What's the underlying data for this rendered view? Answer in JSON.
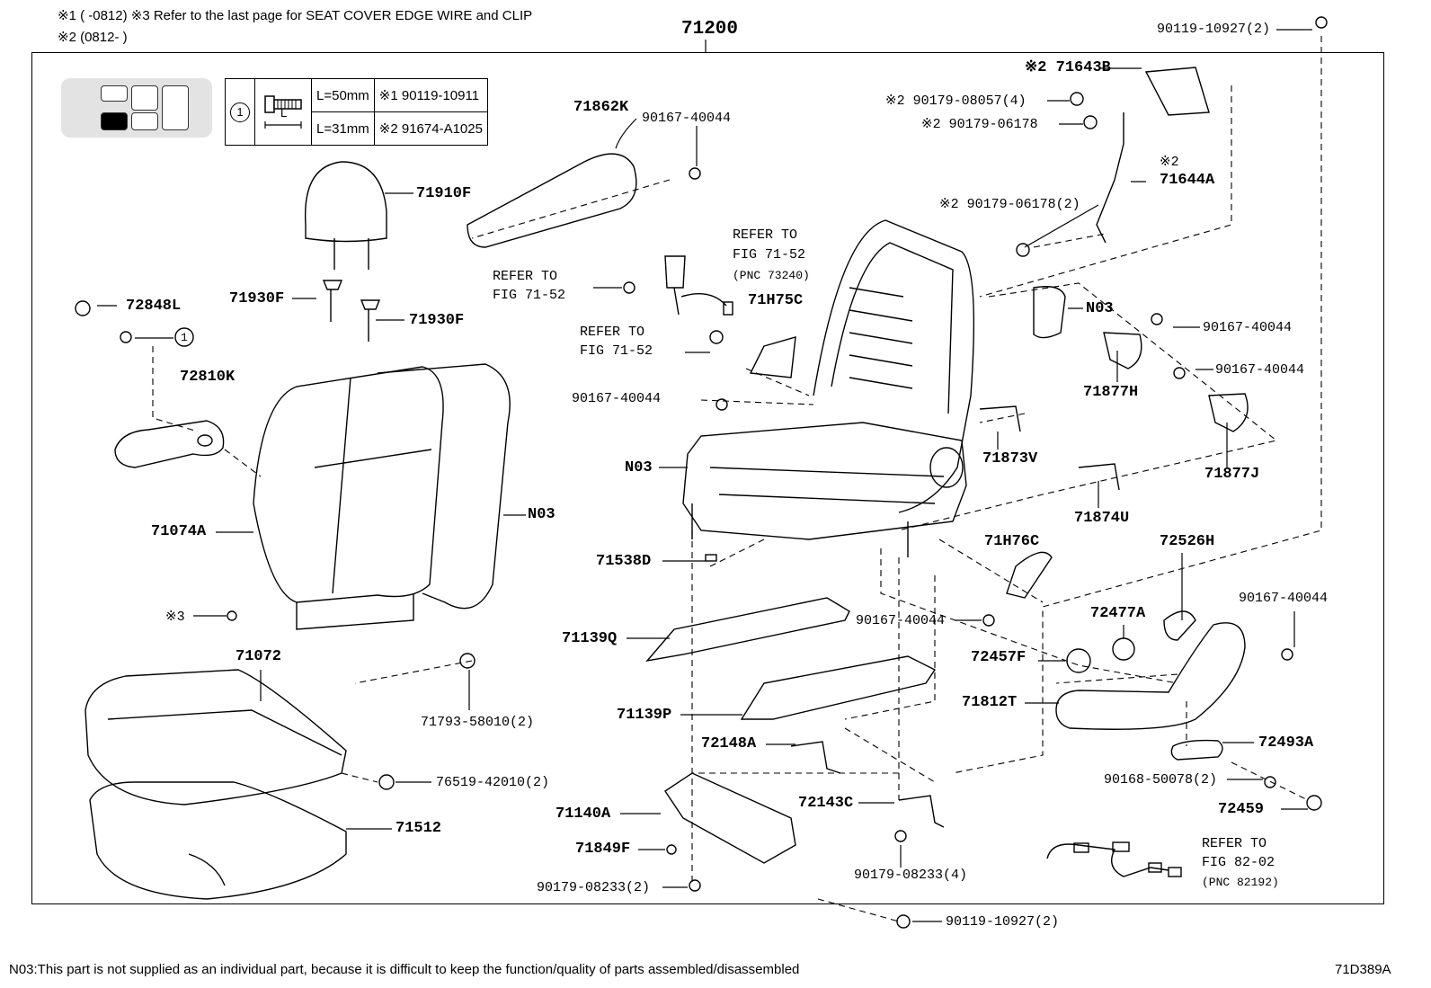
{
  "header": {
    "line1": "※1 (      -0812)  ※3 Refer to the last page for SEAT COVER EDGE WIRE and CLIP",
    "line2": "※2 (0812-      )",
    "main_part": "71200"
  },
  "bolt_table": {
    "circle_ref": "1",
    "rows": [
      {
        "length": "L=50mm",
        "part": "※1 90119-10911"
      },
      {
        "length": "L=31mm",
        "part": "※2 91674-A1025"
      }
    ],
    "dimension_label": "L"
  },
  "parts": {
    "p90119_10927_top": "90119-10927(2)",
    "p71643B": "※2 71643B",
    "p90179_08057": "※2 90179-08057(4)",
    "p90179_06178": "※2 90179-06178",
    "p71644A_flag": "※2",
    "p71644A": "71644A",
    "p90179_06178_2": "※2 90179-06178(2)",
    "p71862K": "71862K",
    "p90167_40044_a": "90167-40044",
    "p71910F": "71910F",
    "p72848L": "72848L",
    "ref_1_callout": "1",
    "p71930F_a": "71930F",
    "p71930F_b": "71930F",
    "p72810K": "72810K",
    "ref_fig_a_1": "REFER TO",
    "ref_fig_a_2": "FIG 71-52",
    "ref_fig_a_3": "(PNC 73240)",
    "ref_fig_b_1": "REFER TO",
    "ref_fig_b_2": "FIG 71-52",
    "ref_fig_c_1": "REFER TO",
    "ref_fig_c_2": "FIG 71-52",
    "p71H75C": "71H75C",
    "pN03_a": "N03",
    "p90167_40044_b": "90167-40044",
    "p90167_40044_c": "90167-40044",
    "p90167_40044_d": "90167-40044",
    "p71877H": "71877H",
    "pN03_b": "N03",
    "p71873V": "71873V",
    "p71877J": "71877J",
    "p71074A": "71074A",
    "pN03_c": "N03",
    "p71874U": "71874U",
    "p71538D": "71538D",
    "p71H76C": "71H76C",
    "p72526H": "72526H",
    "p90167_40044_e": "90167-40044",
    "ref_3": "※3",
    "p72477A": "72477A",
    "p71139Q": "71139Q",
    "p90167_40044_f": "90167-40044",
    "p71072": "71072",
    "p72457F": "72457F",
    "p71812T": "71812T",
    "p71793": "71793-58010(2)",
    "p71139P": "71139P",
    "p72148A": "72148A",
    "p72493A": "72493A",
    "p76519": "76519-42010(2)",
    "p90168": "90168-50078(2)",
    "p72143C": "72143C",
    "p72459": "72459",
    "p71140A": "71140A",
    "p71512": "71512",
    "p71849F": "71849F",
    "ref_fig_d_1": "REFER TO",
    "ref_fig_d_2": "FIG 82-02",
    "ref_fig_d_3": "(PNC 82192)",
    "p90179_08233_4": "90179-08233(4)",
    "p90179_08233_2": "90179-08233(2)",
    "p90119_10927_bottom": "90119-10927(2)"
  },
  "footer": {
    "note": "N03:This part is not supplied as an individual part, because it is difficult to keep the function/quality of parts assembled/disassembled",
    "figure_code": "71D389A"
  }
}
